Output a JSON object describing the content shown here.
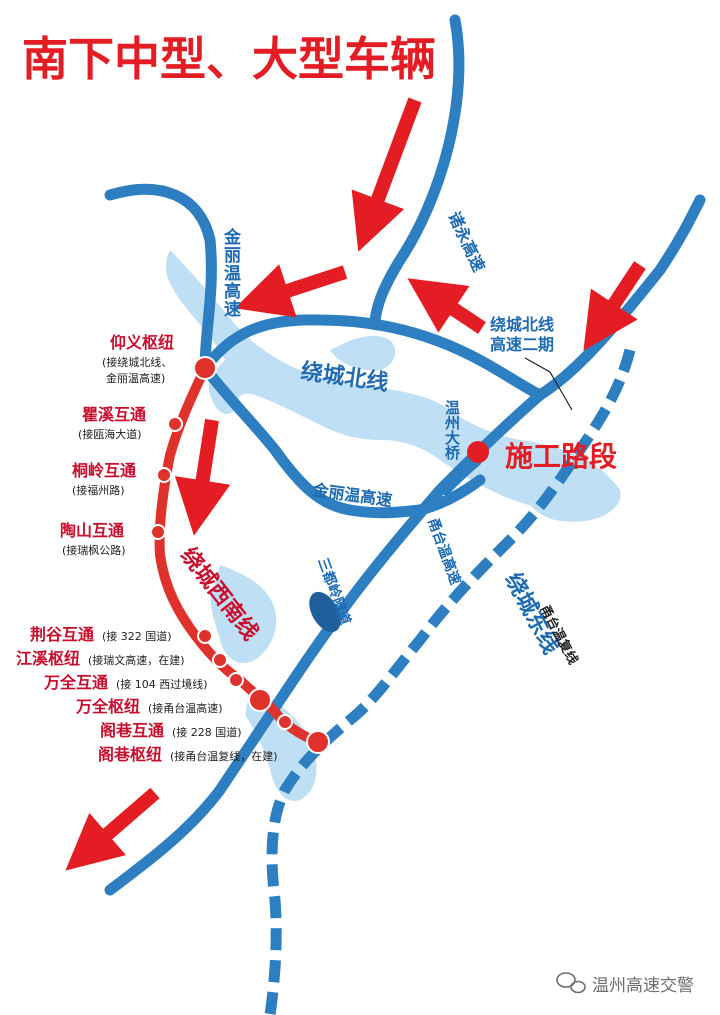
{
  "title": "南下中型、大型车辆",
  "colors": {
    "route_blue": "#2d7fc2",
    "label_blue": "#1e6bb3",
    "water": "#bfe0f4",
    "red_route": "#e0322d",
    "label_red": "#c8102e",
    "arrow_red": "#e41c23",
    "dark": "#222222",
    "watermark_gray": "#6d6d6d"
  },
  "roads": {
    "jinliwen_north": "金丽温高速",
    "zhuyong": "诸永高速",
    "raocheng_north": "绕城北线",
    "raocheng_north_phase2_line1": "绕城北线",
    "raocheng_north_phase2_line2": "高速二期",
    "wenzhou_bridge": "温州大桥",
    "jinliwen_mid": "金丽温高速",
    "yongtaiwen": "甬台温高速",
    "sandu_tunnel": "三都岭隧道",
    "raocheng_southwest": "绕城西南线",
    "raocheng_east": "绕城东线",
    "yongtaiwen_fuxian": "甬台温复线"
  },
  "construction_label": "施工路段",
  "interchanges": [
    {
      "name": "仰义枢纽",
      "note_line1": "(接绕城北线、",
      "note_line2": "金丽温高速)"
    },
    {
      "name": "瞿溪互通",
      "note_line1": "(接瓯海大道)"
    },
    {
      "name": "桐岭互通",
      "note_line1": "(接福州路)"
    },
    {
      "name": "陶山互通",
      "note_line1": "(接瑞枫公路)"
    },
    {
      "name": "荆谷互通",
      "note_line1": "(接 322 国道)"
    },
    {
      "name": "江溪枢纽",
      "note_line1": "(接瑞文高速，在建)"
    },
    {
      "name": "万全互通",
      "note_line1": "(接 104 西过境线)"
    },
    {
      "name": "万全枢纽",
      "note_line1": "(接甬台温高速)"
    },
    {
      "name": "阁巷互通",
      "note_line1": "(接 228 国道)"
    },
    {
      "name": "阁巷枢纽",
      "note_line1": "(接甬台温复线，在建)"
    }
  ],
  "watermark": "温州高速交警",
  "icons": {
    "direction_arrow": "red-arrow-icon",
    "junction_marker": "red-circle-icon",
    "watermark_logo": "wechat-logo-icon"
  }
}
